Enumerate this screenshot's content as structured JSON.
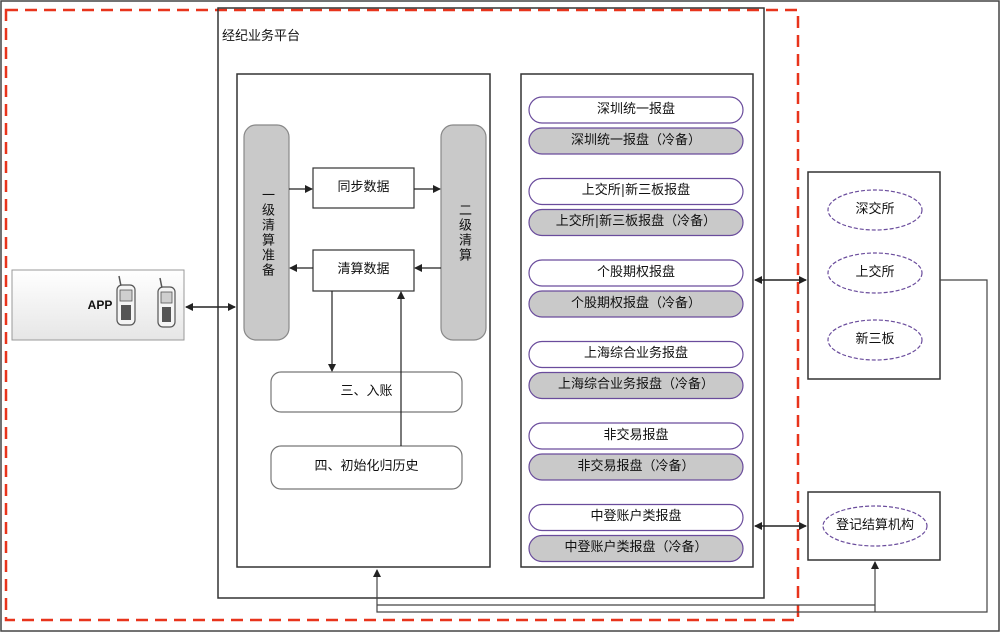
{
  "platform_title": "经纪业务平台",
  "app_label": "APP",
  "clearing": {
    "level1": "一级清算准备",
    "level2": "二级清算",
    "sync": "同步数据",
    "clear": "清算数据",
    "post": "三、入账",
    "init": "四、初始化归历史"
  },
  "reports": [
    {
      "main": "深圳统一报盘",
      "backup": "深圳统一报盘（冷备）"
    },
    {
      "main": "上交所|新三板报盘",
      "backup": "上交所|新三板报盘（冷备）"
    },
    {
      "main": "个股期权报盘",
      "backup": "个股期权报盘（冷备）"
    },
    {
      "main": "上海综合业务报盘",
      "backup": "上海综合业务报盘（冷备）"
    },
    {
      "main": "非交易报盘",
      "backup": "非交易报盘（冷备）"
    },
    {
      "main": "中登账户类报盘",
      "backup": "中登账户类报盘（冷备）"
    }
  ],
  "exchanges": [
    "深交所",
    "上交所",
    "新三板"
  ],
  "registry": "登记结算机构",
  "colors": {
    "dashed_border": "#e8341c",
    "backup_fill": "#c9c9c9",
    "line": "#333333",
    "cloud_stroke": "#6a4c9c"
  }
}
